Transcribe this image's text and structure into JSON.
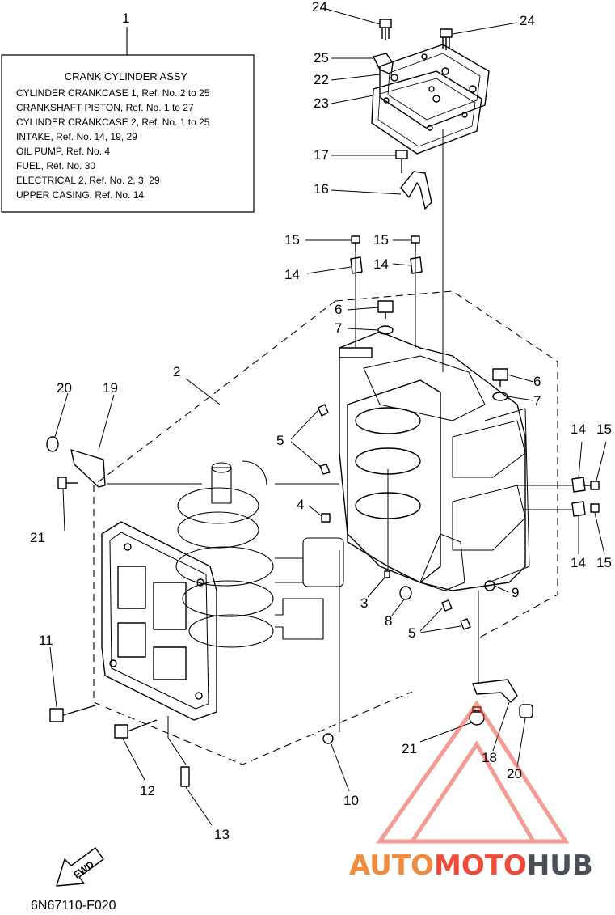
{
  "figure_code": "6N67110-F020",
  "fwd_label": "FWD",
  "watermark": {
    "auto": "AUTO",
    "moto": "MOTO",
    "hub": "HUB"
  },
  "info_box": {
    "callout": "1",
    "title": "CRANK CYLINDER ASSY",
    "lines": [
      "CYLINDER CRANKCASE 1,  Ref. No. 2 to 25",
      "CRANKSHAFT PISTON,  Ref. No. 1 to 27",
      "CYLINDER CRANKCASE 2,  Ref. No. 1 to 25",
      "INTAKE,  Ref. No. 14, 19, 29",
      "OIL PUMP,  Ref. No. 4",
      "FUEL,  Ref. No. 30",
      "ELECTRICAL 2,  Ref. No. 2, 3, 29",
      "UPPER CASING,  Ref. No. 14"
    ]
  },
  "callouts": {
    "c24a": "24",
    "c24b": "24",
    "c25": "25",
    "c22": "22",
    "c23": "23",
    "c17": "17",
    "c16": "16",
    "c15a": "15",
    "c15b": "15",
    "c14a": "14",
    "c14b": "14",
    "c6a": "6",
    "c7a": "7",
    "c6b": "6",
    "c7b": "7",
    "c2": "2",
    "c20a": "20",
    "c19": "19",
    "c5a": "5",
    "c14c": "14",
    "c15c": "15",
    "c21a": "21",
    "c4": "4",
    "c14d": "14",
    "c15d": "15",
    "c3": "3",
    "c8": "8",
    "c9": "9",
    "c5b": "5",
    "c11": "11",
    "c21b": "21",
    "c18": "18",
    "c20b": "20",
    "c12": "12",
    "c10": "10",
    "c13": "13"
  },
  "colors": {
    "line": "#000000",
    "watermark_red": "#ee4b3b",
    "watermark_orange": "#f08a3c",
    "watermark_gray": "#4a4f58"
  }
}
